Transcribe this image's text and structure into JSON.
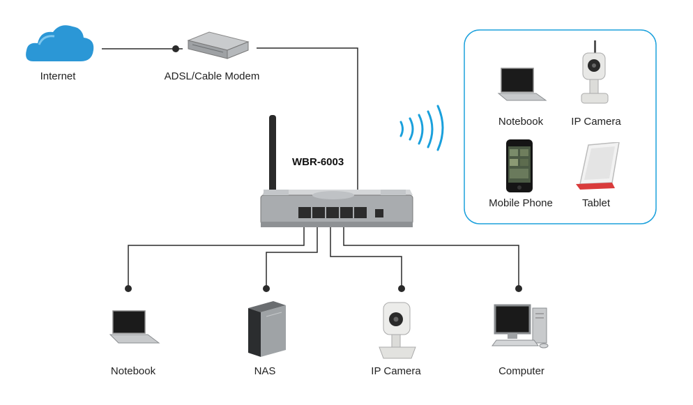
{
  "router": {
    "model": "WBR-6003"
  },
  "top_nodes": [
    {
      "id": "internet",
      "label": "Internet",
      "icon": "cloud-icon"
    },
    {
      "id": "modem",
      "label": "ADSL/Cable Modem",
      "icon": "modem-icon"
    }
  ],
  "wireless_group": {
    "icon": "wifi-waves-icon",
    "devices": [
      {
        "label": "Notebook",
        "icon": "laptop-icon"
      },
      {
        "label": "IP Camera",
        "icon": "ip-camera-icon"
      },
      {
        "label": "Mobile Phone",
        "icon": "smartphone-icon"
      },
      {
        "label": "Tablet",
        "icon": "tablet-icon"
      }
    ]
  },
  "wired_devices": [
    {
      "label": "Notebook",
      "icon": "laptop-icon"
    },
    {
      "label": "NAS",
      "icon": "nas-icon"
    },
    {
      "label": "IP Camera",
      "icon": "ip-camera-icon"
    },
    {
      "label": "Computer",
      "icon": "desktop-computer-icon"
    }
  ],
  "colors": {
    "accent_blue": "#1aa0dc",
    "line": "#2a2a2a",
    "cloud": "#2b97d6"
  }
}
